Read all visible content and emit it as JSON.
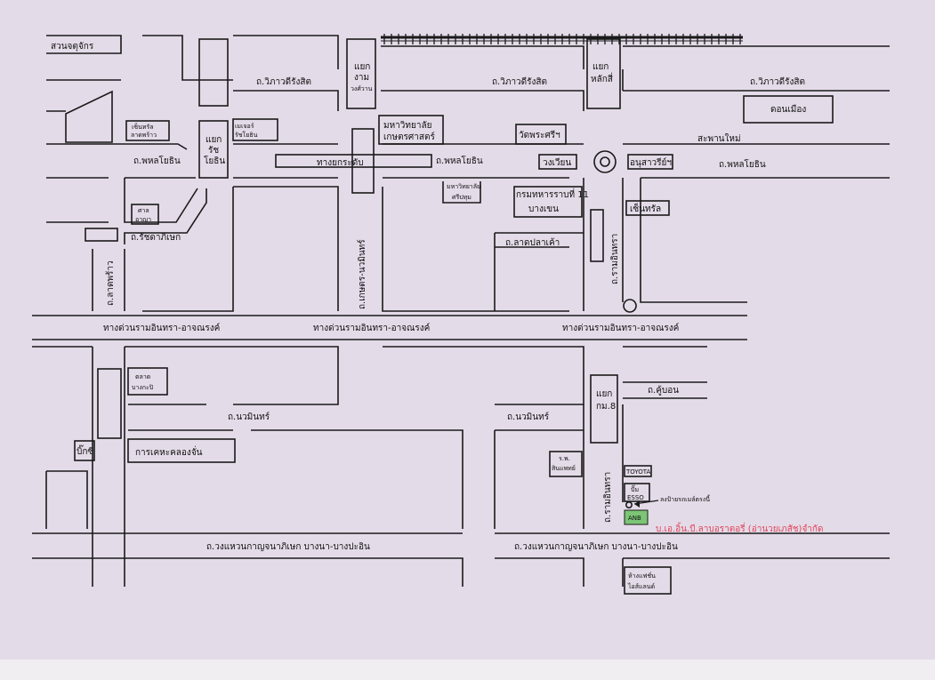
{
  "colors": {
    "background": "#e4dbe8",
    "line": "#1a1a1a",
    "highlight": "#7cc576",
    "company": "#e0445a"
  },
  "labels": {
    "suan_chatuchak": "สวนจตุจักร",
    "vibhavadi_1": "ถ.วิภาวดีรังสิต",
    "vibhavadi_2": "ถ.วิภาวดีรังสิต",
    "vibhavadi_3": "ถ.วิภาวดีรังสิต",
    "ngam_wong_wan": [
      "แยก",
      "งาม",
      "วงศ์วาน"
    ],
    "lak_si": [
      "แยก",
      "หลักสี่"
    ],
    "dom_mueang": "ดอนเมือง",
    "central_lat_phrao": [
      "เซ็นทรัล",
      "ลาดพร้าว"
    ],
    "major_ratchayothin": [
      "เมเจอร์",
      "รัชโยธิน"
    ],
    "ratchayothin": [
      "แยก",
      "รัช",
      "โยธิน"
    ],
    "kasetsart": [
      "มหาวิทยาลัย",
      "เกษตรศาสตร์"
    ],
    "wat_phra_si": "วัดพระศรีฯ",
    "new_bridge": "สะพานใหม่",
    "phahon_1": "ถ.พหลโยธิน",
    "phahon_2": "ถ.พหลโยธิน",
    "phahon_3": "ถ.พหลโยธิน",
    "flyover": "ทางยกระดับ",
    "roundabout": "วงเวียน",
    "monument": "อนุสาวรีย์ฯ",
    "sripatum": [
      "มหาวิทยาลัย",
      "ศรีปทุม"
    ],
    "infantry": [
      "กรมทหารราบที่ 11",
      "บางเขน"
    ],
    "central_ramintra": "เซ็นทรัล",
    "court": [
      "ศาล",
      "อาญา"
    ],
    "ratchadaphisek": "ถ.รัชดาภิเษก",
    "lat_pla_khao": "ถ.ลาดปลาเค้า",
    "lat_phrao_road": "ถ.ลาดพร้าว",
    "kaset_nawamin": "ถ.เกษตร-นวมินทร์",
    "ramintra_1": "ถ.รามอินทรา",
    "ramintra_2": "ถ.รามอินทรา",
    "expressway_1": "ทางด่วนรามอินทรา-อาจณรงค์",
    "expressway_2": "ทางด่วนรามอินทรา-อาจณรงค์",
    "expressway_3": "ทางด่วนรามอินทรา-อาจณรงค์",
    "bang_kapi_market": [
      "ตลาด",
      "บางกะปิ"
    ],
    "km8": [
      "แยก",
      "กม.8"
    ],
    "khu_bon": "ถ.คู้บอน",
    "nawamin_1": "ถ.นวมินทร์",
    "nawamin_2": "ถ.นวมินทร์",
    "big_c": "บิ๊กซี",
    "khlong_chan": "การเคหะคลองจั่น",
    "hospital": [
      "ร.พ.",
      "สินแพทย์"
    ],
    "toyota": "TOYOTA",
    "esso": [
      "ปั๊ม",
      "ESSO"
    ],
    "u_turn_note": "ลงป้ายรถเมล์ตรงนี้",
    "anb": "ANB",
    "company": "บ.เอ.อิ้น.บี.ลาบอราตอรี่ (อ่านวยเภสัช)จำกัด",
    "kanchana_1": "ถ.วงแหวนกาญจนาภิเษก บางนา-บางปะอิน",
    "kanchana_2": "ถ.วงแหวนกาญจนาภิเษก บางนา-บางปะอิน",
    "fashion_island": [
      "ห้างแฟชั่น",
      "ไอส์แลนด์"
    ]
  }
}
